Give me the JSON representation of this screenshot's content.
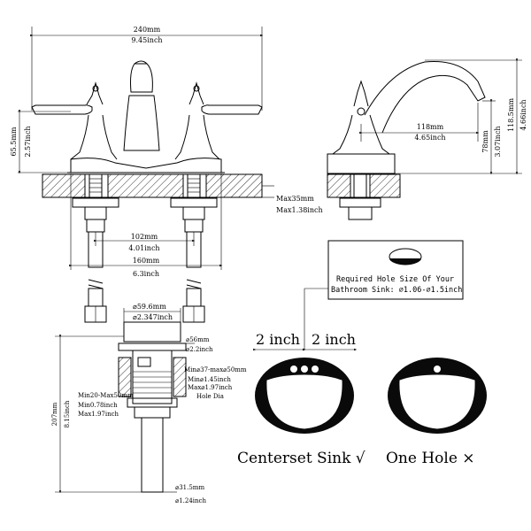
{
  "dims": {
    "overall_width_mm": "240mm",
    "overall_width_in": "9.45inch",
    "height_mm": "65.5mm",
    "height_in": "2.57inch",
    "spread_mm": "102mm",
    "spread_in": "4.01inch",
    "base_mm": "160mm",
    "base_in": "6.3inch",
    "deck_max_mm": "Max35mm",
    "deck_max_in": "Max1.38inch",
    "reach_mm": "118mm",
    "reach_in": "4.65inch",
    "spout_h_mm": "78mm",
    "spout_h_in": "3.07inch",
    "total_h_mm": "118.5mm",
    "total_h_in": "4.66inch",
    "drain_cap_mm": "⌀59.6mm",
    "drain_cap_in": "⌀2.347inch",
    "drain_body_mm": "⌀56mm",
    "drain_body_in": "⌀2.2inch",
    "hole_range_mm": "Min⌀37-max⌀50mm",
    "hole_range_in1": "Min⌀1.45inch",
    "hole_range_in2": "Max⌀1.97inch",
    "hole_dia": "Hole Dia",
    "drain_deck_mm": "Min20-Max50mm",
    "drain_deck_in1": "Min0.78inch",
    "drain_deck_in2": "Max1.97inch",
    "drain_len_mm": "207mm",
    "drain_len_in": "8.15inch",
    "tail_mm": "⌀31.5mm",
    "tail_in": "⌀1.24inch"
  },
  "hole_note": {
    "line1": "Required Hole Size Of Your",
    "line2": "Bathroom Sink: ⌀1.06-⌀1.5inch"
  },
  "spacing": {
    "left": "2 inch",
    "right": "2 inch"
  },
  "sinks": {
    "centerset_label": "Centerset Sink √",
    "onehole_label": "One Hole ×"
  }
}
